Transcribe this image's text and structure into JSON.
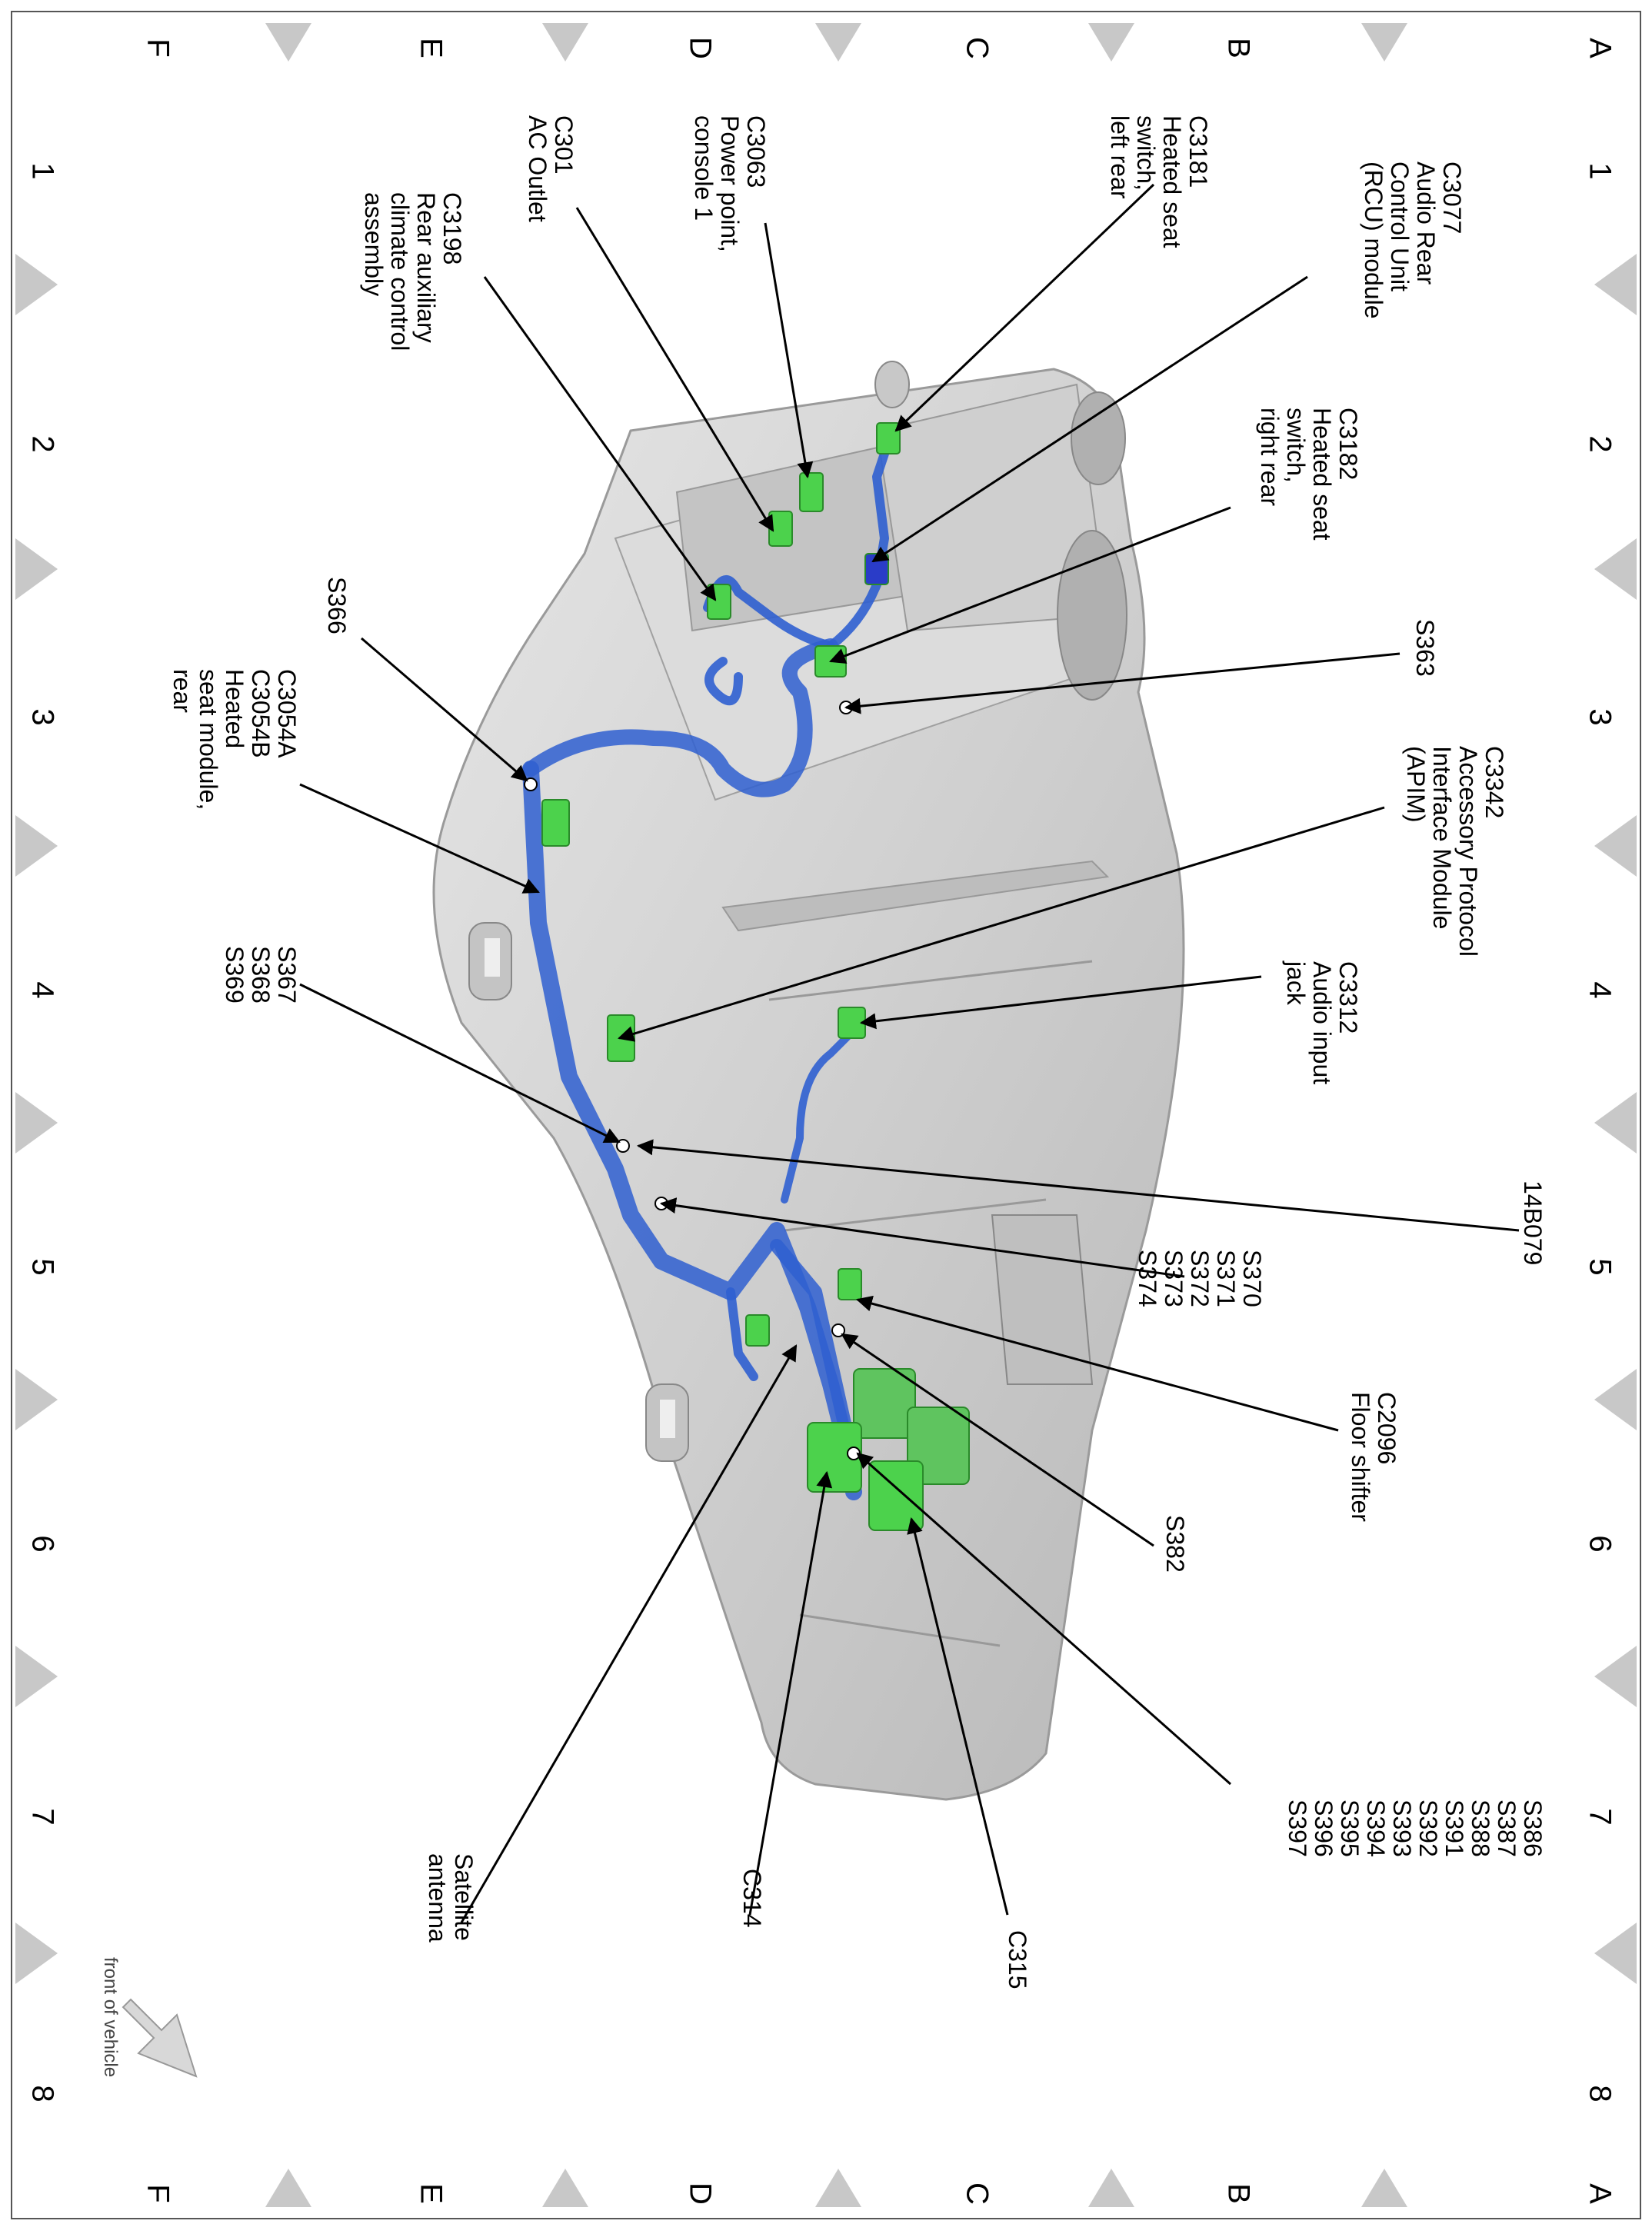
{
  "grid": {
    "cols": [
      "A",
      "B",
      "C",
      "D",
      "E",
      "F"
    ],
    "rows": [
      "1",
      "2",
      "3",
      "4",
      "5",
      "6",
      "7",
      "8"
    ]
  },
  "labels": {
    "c3077": "C3077\nAudio Rear\nControl Unit\n(RCU) module",
    "c3181": "C3181\nHeated seat\nswitch,\nleft rear",
    "c3063": "C3063\nPower point,\nconsole 1",
    "c301": "C301\nAC Outlet",
    "c3198": "C3198\nRear auxiliary\nclimate control\nassembly",
    "c3182": "C3182\nHeated seat\nswitch,\nright rear",
    "s363": "S363",
    "s366": "S366",
    "c3054": "C3054A\nC3054B\nHeated\nseat module,\nrear",
    "c3342": "C3342\nAccessory Protocol\nInterface Module\n(APIM)",
    "c3312": "C3312\nAudio input\njack",
    "s367": "S367\nS368\nS369",
    "b14b079": "14B079",
    "s370": "S370\nS371\nS372\nS373\nS374",
    "c2096": "C2096\nFloor shifter",
    "s382": "S382",
    "s386": "S386\nS387\nS388\nS391\nS392\nS393\nS394\nS395\nS396\nS397",
    "satellite": "Satellite\nantenna",
    "c314": "C314",
    "c315": "C315",
    "front": "front of vehicle"
  },
  "colors": {
    "harness": "#2f5fd0",
    "connector": "#4cd24c",
    "console": "#d4d4d4",
    "grid_triangle": "#c8c8c8"
  }
}
